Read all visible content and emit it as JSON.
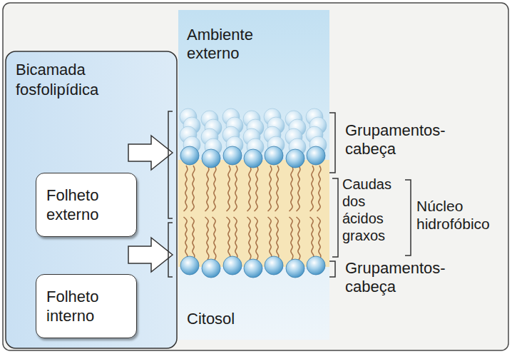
{
  "diagram": {
    "nodes": [
      {
        "text": [
          "Bicamada fosfolipídica"
        ]
      },
      {
        "text": [
          "Folheto externo"
        ],
        "in": 0
      },
      {
        "text": [
          "Folheto interno"
        ],
        "in": 0
      }
    ],
    "labels": [
      "Ambiente externo",
      "Grupamentos-cabeça",
      "Caudas dos ácidos graxos",
      "Núcleo hidrofóbico",
      "Grupamentos-cabeça",
      "Citosol"
    ]
  }
}
